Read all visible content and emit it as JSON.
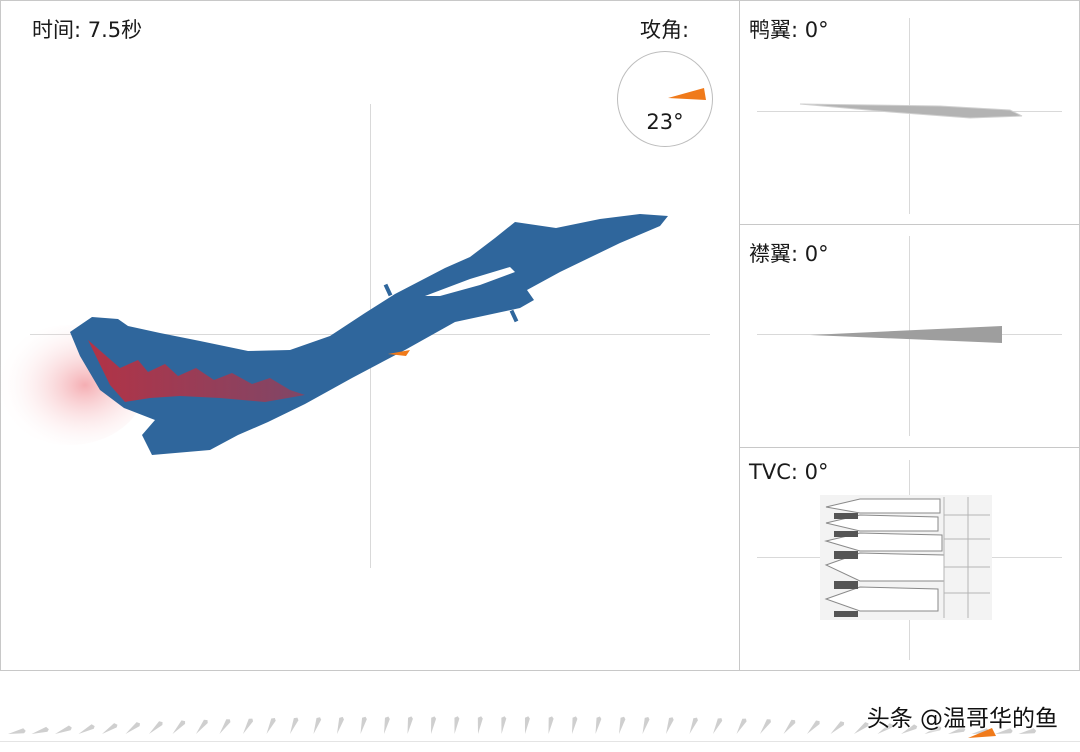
{
  "main_view": {
    "time_label": "时间: 7.5秒",
    "aoa_label": "攻角:",
    "aoa_value": "23°",
    "aoa_degrees": 23
  },
  "side_panels": {
    "canard": {
      "label": "鸭翼: 0°",
      "deflection_degrees": 0
    },
    "flap": {
      "label": "襟翼: 0°",
      "deflection_degrees": 0
    },
    "tvc": {
      "label": "TVC: 0°",
      "deflection_degrees": 0
    }
  },
  "watermark": "头条 @温哥华的鱼",
  "colors": {
    "aircraft": "#2f669c",
    "accent": "#f07a1a",
    "exhaust": "#d9333f",
    "surface_gray": "#a9a9a9",
    "grid": "#d9d9d9",
    "border": "#c8c8c8"
  }
}
